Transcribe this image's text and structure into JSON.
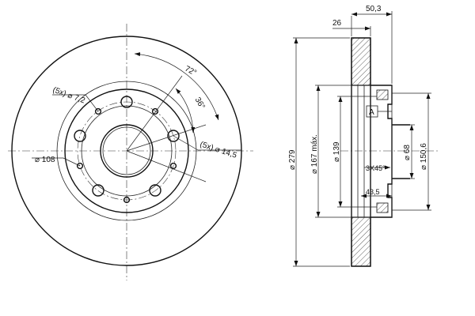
{
  "front_view": {
    "angle_72": "72°",
    "angle_36": "36°",
    "hole_small": "(5x) ⌀ 7,2",
    "hole_large": "(5x) ⌀ 14,5",
    "pcd_108": "⌀ 108"
  },
  "side_view": {
    "dim_50_3": "50,3",
    "dim_26": "26",
    "dia_279": "⌀ 279",
    "dia_167": "⌀ 167 máx.",
    "dia_139": "⌀ 139",
    "dia_68": "⌀ 68",
    "dia_150_6": "⌀ 150,6",
    "chamfer": "3X45°",
    "dim_43_5": "43,5",
    "datum_label": "A"
  },
  "colors": {
    "line": "#111111",
    "hatch": "#333333",
    "background": "#ffffff"
  }
}
